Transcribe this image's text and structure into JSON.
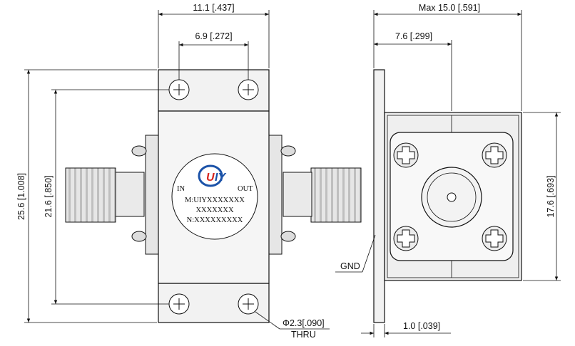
{
  "dimensions": {
    "top_width": "11.1 [.437]",
    "hole_spacing": "6.9 [.272]",
    "overall_height": "25.6 [1.008]",
    "hole_vertical_spacing": "21.6 [.850]",
    "max_length": "Max 15.0 [.591]",
    "connector_offset": "7.6 [.299]",
    "flange_height": "17.6 [.693]",
    "flange_thickness": "1.0 [.039]",
    "hole_diameter": "Φ2.3[.090]",
    "hole_type": "THRU"
  },
  "labels": {
    "gnd": "GND",
    "in": "IN",
    "out": "OUT",
    "model": "M:UIYXXXXXXX",
    "code": "XXXXXXX",
    "serial": "N:XXXXXXXXX"
  },
  "logo": {
    "text": "UIY",
    "colors": {
      "ring": "#1b52a8",
      "u": "#d8261f",
      "iy": "#1b52a8"
    }
  },
  "colors": {
    "body_fill": "#f2f2f2",
    "body_fill_dark": "#d9d9d9",
    "connector_fill": "#eaeaea",
    "line": "#111111"
  }
}
